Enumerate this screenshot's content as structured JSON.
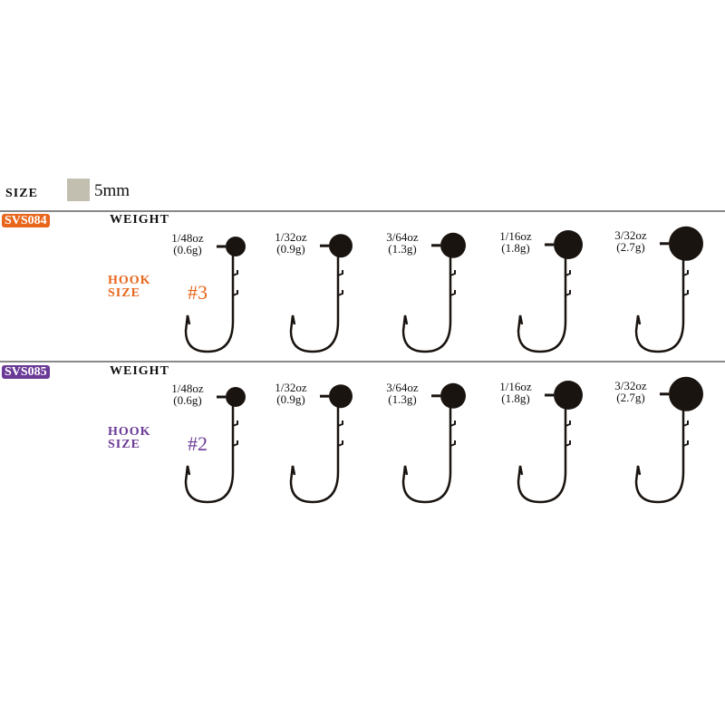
{
  "size": {
    "label": "SIZE",
    "value": "5mm",
    "swatch_color": "#c2bfb0"
  },
  "rows": [
    {
      "code": "SVS084",
      "color": "#e8661c",
      "weight_label": "WEIGHT",
      "hook_label_1": "HOOK",
      "hook_label_2": "SIZE",
      "hook_size": "#3",
      "items": [
        {
          "oz": "1/48oz",
          "g": "(0.6g)"
        },
        {
          "oz": "1/32oz",
          "g": "(0.9g)"
        },
        {
          "oz": "3/64oz",
          "g": "(1.3g)"
        },
        {
          "oz": "1/16oz",
          "g": "(1.8g)"
        },
        {
          "oz": "3/32oz",
          "g": "(2.7g)"
        }
      ]
    },
    {
      "code": "SVS085",
      "color": "#6b3a96",
      "weight_label": "WEIGHT",
      "hook_label_1": "HOOK",
      "hook_label_2": "SIZE",
      "hook_size": "#2",
      "items": [
        {
          "oz": "1/48oz",
          "g": "(0.6g)"
        },
        {
          "oz": "1/32oz",
          "g": "(0.9g)"
        },
        {
          "oz": "3/64oz",
          "g": "(1.3g)"
        },
        {
          "oz": "1/16oz",
          "g": "(1.8g)"
        },
        {
          "oz": "3/32oz",
          "g": "(2.7g)"
        }
      ]
    }
  ]
}
